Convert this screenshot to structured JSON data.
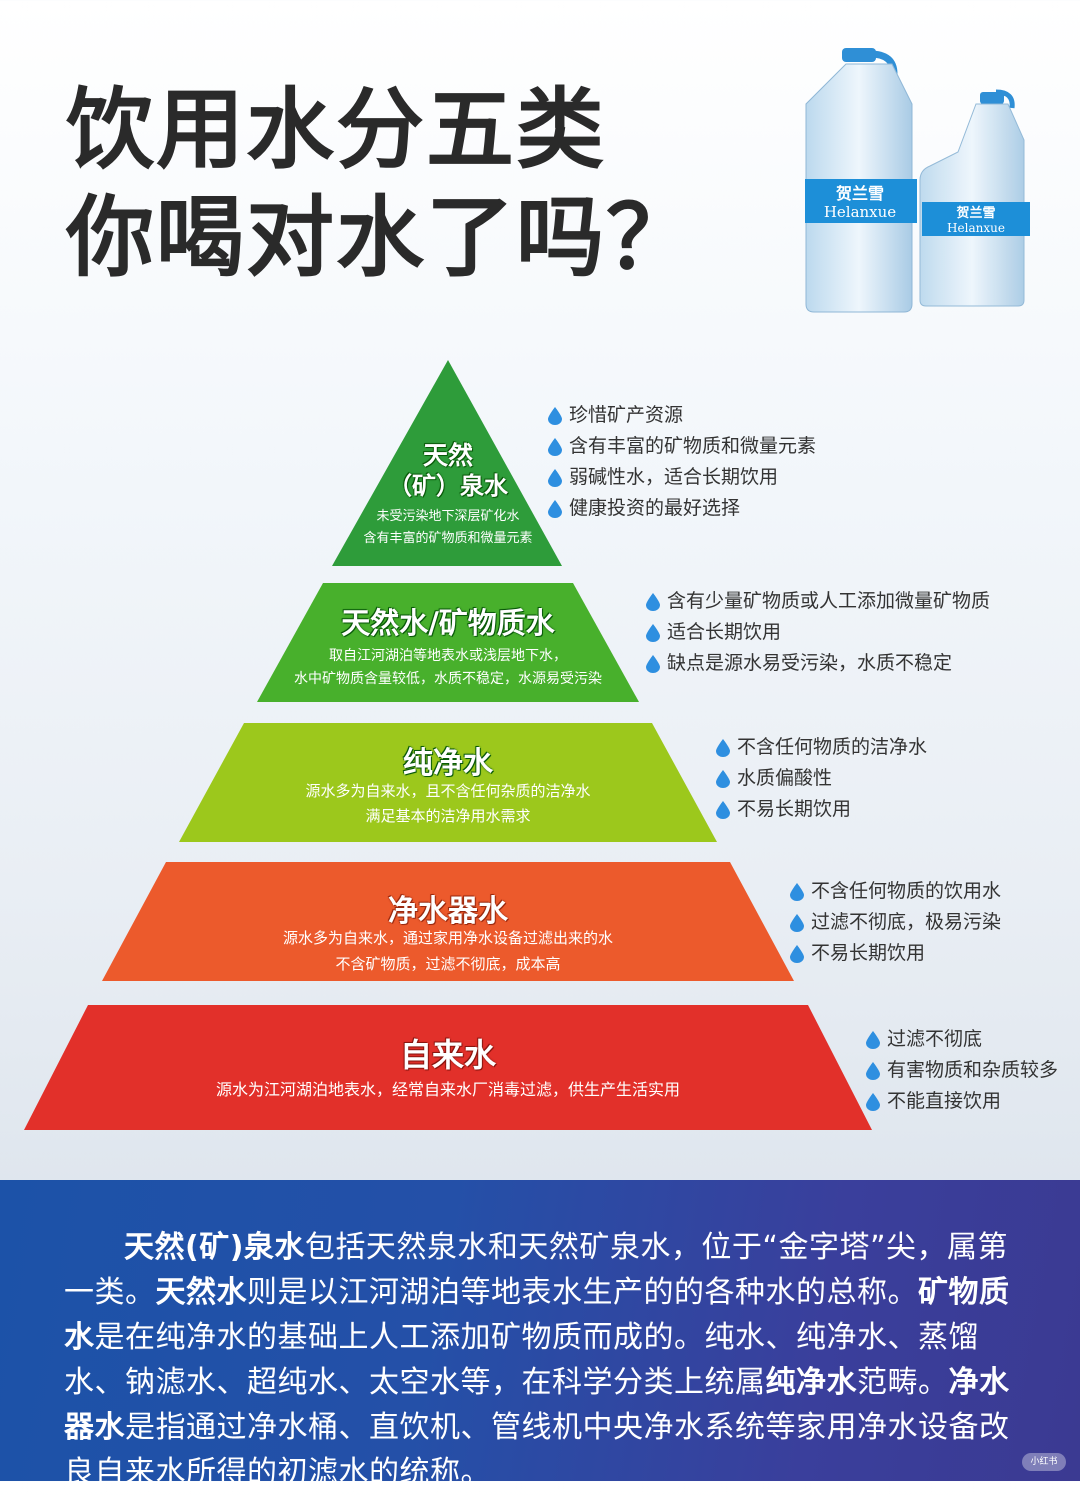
{
  "title": {
    "line1": "饮用水分五类",
    "line2": "你喝对水了吗？"
  },
  "brand": {
    "cn": "贺兰雪",
    "en": "Helanxue"
  },
  "tiers": [
    {
      "label_a": "天然",
      "label_b": "（矿）泉水",
      "desc1": "未受污染地下深层矿化水",
      "desc2": "含有丰富的矿物质和微量元素",
      "color": "#2e9c3a",
      "bullets": [
        "珍惜矿产资源",
        "含有丰富的矿物质和微量元素",
        "弱碱性水，适合长期饮用",
        "健康投资的最好选择"
      ]
    },
    {
      "label": "天然水/矿物质水",
      "desc1": "取自江河湖泊等地表水或浅层地下水，",
      "desc2": "水中矿物质含量较低，水质不稳定，水源易受污染",
      "color": "#48b02c",
      "bullets": [
        "含有少量矿物质或人工添加微量矿物质",
        "适合长期饮用",
        "缺点是源水易受污染，水质不稳定"
      ]
    },
    {
      "label": "纯净水",
      "desc1": "源水多为自来水，且不含任何杂质的洁净水",
      "desc2": "满足基本的洁净用水需求",
      "color": "#9cc81c",
      "bullets": [
        "不含任何物质的洁净水",
        "水质偏酸性",
        "不易长期饮用"
      ]
    },
    {
      "label": "净水器水",
      "desc1": "源水多为自来水，通过家用净水设备过滤出来的水",
      "desc2": "不含矿物质，过滤不彻底，成本高",
      "color": "#ec5a2c",
      "bullets": [
        "不含任何物质的饮用水",
        "过滤不彻底，极易污染",
        "不易长期饮用"
      ]
    },
    {
      "label": "自来水",
      "desc1": "源水为江河湖泊地表水，经常自来水厂消毒过滤，供生产生活实用",
      "color": "#e2302a",
      "bullets": [
        "过滤不彻底",
        "有害物质和杂质较多",
        "不能直接饮用"
      ]
    }
  ],
  "paragraph": {
    "b1": "天然(矿)泉水",
    "t1": "包括天然泉水和天然矿泉水，位于“金字塔”尖，属第一类。",
    "b2": "天然水",
    "t2": "则是以江河湖泊等地表水生产的的各种水的总称。",
    "b3": "矿物质水",
    "t3": "是在纯净水的基础上人工添加矿物质而成的。纯水、纯净水、蒸馏水、钠滤水、超纯水、太空水等，在科学分类上统属",
    "b4": "纯净水",
    "t4": "范畴。",
    "b5": "净水器水",
    "t5": "是指通过净水桶、直饮机、管线机中央净水系统等家用净水设备改良自来水所得的初滤水的统称。"
  },
  "watermark": "小红书"
}
